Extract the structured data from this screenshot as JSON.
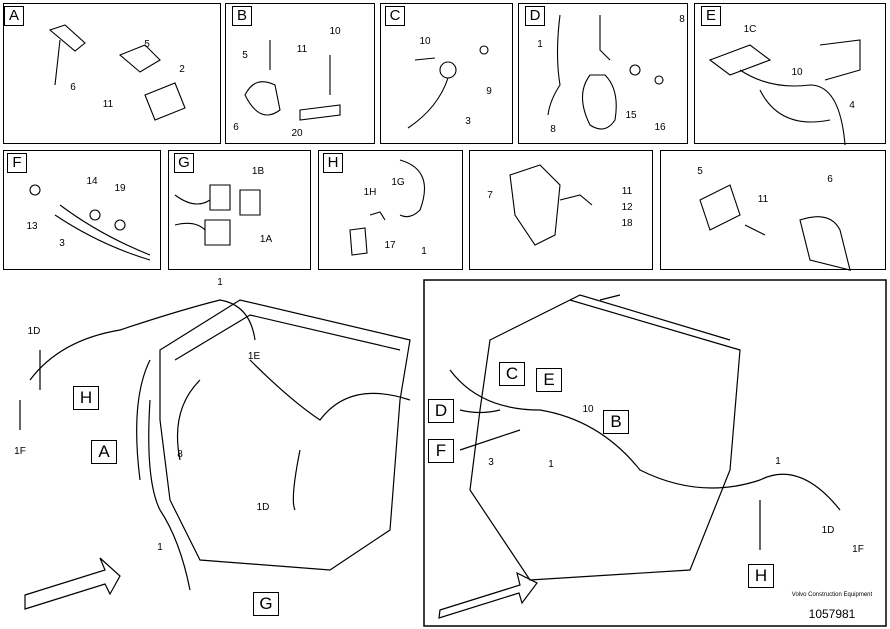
{
  "panels": {
    "A": {
      "letter": "A",
      "callouts": [
        "5",
        "2",
        "6",
        "11"
      ]
    },
    "B": {
      "letter": "B",
      "callouts": [
        "11",
        "10",
        "5",
        "6",
        "20"
      ]
    },
    "C": {
      "letter": "C",
      "callouts": [
        "10",
        "9",
        "3"
      ]
    },
    "D": {
      "letter": "D",
      "callouts": [
        "8",
        "1",
        "8",
        "15",
        "16"
      ]
    },
    "E": {
      "letter": "E",
      "callouts": [
        "1C",
        "10",
        "4"
      ]
    },
    "F": {
      "letter": "F",
      "callouts": [
        "14",
        "19",
        "13",
        "3"
      ]
    },
    "G": {
      "letter": "G",
      "callouts": [
        "1B",
        "1A"
      ]
    },
    "H": {
      "letter": "H",
      "callouts": [
        "1H",
        "1G",
        "17",
        "1"
      ]
    },
    "P7": {
      "callouts": [
        "7",
        "11",
        "12",
        "18"
      ]
    },
    "P5": {
      "callouts": [
        "5",
        "11",
        "6"
      ]
    }
  },
  "left_view": {
    "callouts": [
      "1",
      "1D",
      "1E",
      "1F",
      "8",
      "1D",
      "1"
    ],
    "letters": [
      "H",
      "A",
      "G"
    ]
  },
  "right_view": {
    "callouts": [
      "10",
      "3",
      "1",
      "1",
      "1D",
      "1F"
    ],
    "letters": [
      "C",
      "E",
      "D",
      "F",
      "B",
      "H"
    ]
  },
  "footer": {
    "company": "Volvo Construction Equipment",
    "number": "1057981"
  }
}
